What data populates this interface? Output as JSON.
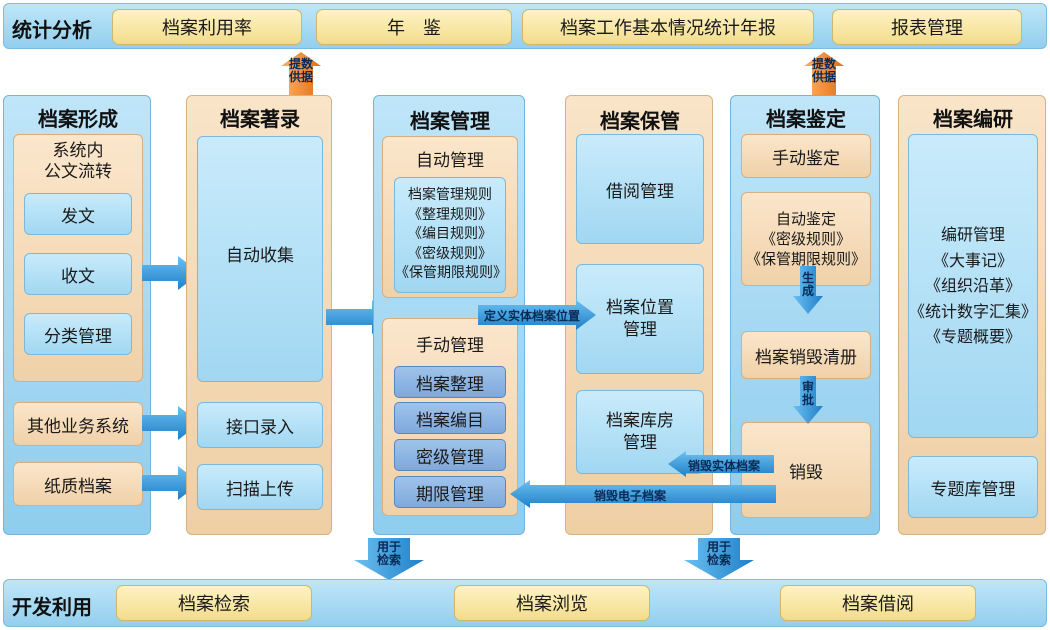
{
  "top_band": {
    "title": "统计分析",
    "items": [
      "档案利用率",
      "年　鉴",
      "档案工作基本情况统计年报",
      "报表管理"
    ]
  },
  "bottom_band": {
    "title": "开发利用",
    "items": [
      "档案检索",
      "档案浏览",
      "档案借阅"
    ]
  },
  "columns": {
    "formation": {
      "title": "档案形成",
      "group_label": "系统内\n公文流转",
      "group_items": [
        "发文",
        "收文",
        "分类管理"
      ],
      "other_system": "其他业务系统",
      "paper": "纸质档案"
    },
    "cataloging": {
      "title": "档案著录",
      "auto_collect": "自动收集",
      "interface_entry": "接口录入",
      "scan_upload": "扫描上传"
    },
    "management": {
      "title": "档案管理",
      "auto_title": "自动管理",
      "auto_rules": "档案管理规则\n《整理规则》\n《编目规则》\n《密级规则》\n《保管期限规则》",
      "manual_title": "手动管理",
      "manual_items": [
        "档案整理",
        "档案编目",
        "密级管理",
        "期限管理"
      ]
    },
    "custody": {
      "title": "档案保管",
      "borrow": "借阅管理",
      "location": "档案位置\n管理",
      "storage": "档案库房\n管理"
    },
    "appraisal": {
      "title": "档案鉴定",
      "manual": "手动鉴定",
      "auto": "自动鉴定\n《密级规则》\n《保管期限规则》",
      "destroy_list": "档案销毁清册",
      "destroy": "销毁"
    },
    "research": {
      "title": "档案编研",
      "research_mgmt": "编研管理\n《大事记》\n《组织沿革》\n《统计数字汇集》\n《专题概要》",
      "topic_db": "专题库管理"
    }
  },
  "arrow_labels": {
    "provide_data": "提数\n供据",
    "generate": "生\n成",
    "approve": "审\n批",
    "define_location": "定义实体档案位置",
    "destroy_physical": "销毁实体档案",
    "destroy_electronic": "销毁电子档案",
    "for_retrieval": "用于\n检索"
  },
  "colors": {
    "band_blue": "#a8daf3",
    "column_blue": "#a6d8f2",
    "column_tan": "#f3d8b4",
    "button_yellow": "#f7e6a6",
    "dark_blue_box": "#8db4e2",
    "arrow_blue": "#2f93d6",
    "arrow_orange": "#e9832d"
  }
}
